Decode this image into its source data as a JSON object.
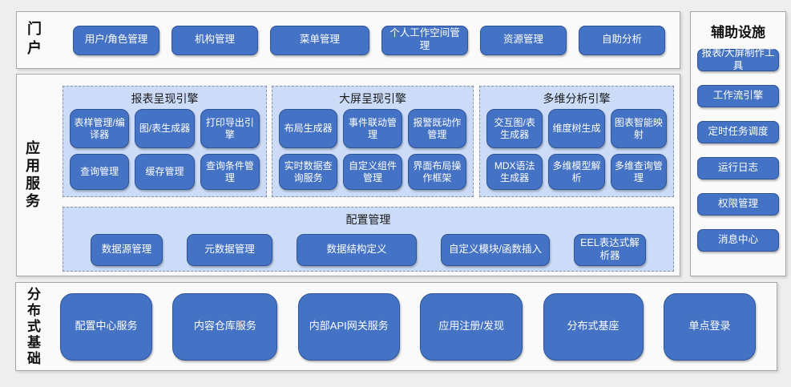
{
  "portal": {
    "label": "门户",
    "buttons": [
      "用户/角色管理",
      "机构管理",
      "菜单管理",
      "个人工作空间管理",
      "资源管理",
      "自助分析"
    ]
  },
  "app_services": {
    "label": "应用服务",
    "engines": [
      {
        "title": "报表呈现引擎",
        "buttons": [
          "表样管理/编译器",
          "图/表生成器",
          "打印导出引擎",
          "查询管理",
          "缓存管理",
          "查询条件管理"
        ]
      },
      {
        "title": "大屏呈现引擎",
        "buttons": [
          "布局生成器",
          "事件联动管理",
          "报警既动作管理",
          "实时数据查询服务",
          "自定义组件管理",
          "界面布局操作框架"
        ]
      },
      {
        "title": "多维分析引擎",
        "buttons": [
          "交互图/表生成器",
          "维度树生成",
          "图表智能映射",
          "MDX语法生成器",
          "多维模型解析",
          "多维查询管理"
        ]
      }
    ],
    "config": {
      "title": "配置管理",
      "buttons": [
        "数据源管理",
        "元数据管理",
        "数据结构定义",
        "自定义模块/函数插入",
        "EEL表达式解析器"
      ]
    }
  },
  "aux": {
    "title": "辅助设施",
    "buttons": [
      "报表/大屏制作工具",
      "工作流引擎",
      "定时任务调度",
      "运行日志",
      "权限管理",
      "消息中心"
    ]
  },
  "foundation": {
    "label": "分布式基础",
    "buttons": [
      "配置中心服务",
      "内容仓库服务",
      "内部API网关服务",
      "应用注册/发现",
      "分布式基座",
      "单点登录"
    ]
  },
  "colors": {
    "button_blue": "#4472c4",
    "button_border": "#2f5597",
    "panel_light_blue": "#ccdcf8",
    "dashed_border_gray": "#8593a9",
    "box_border_gray": "#a6a6a6",
    "background_gray": "#eeeeee",
    "text_dark": "#1a1a1a",
    "text_white": "#ffffff"
  }
}
